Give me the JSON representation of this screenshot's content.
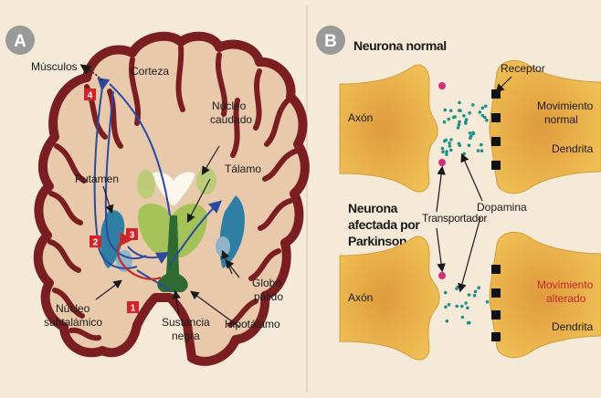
{
  "panel_a": {
    "badge": "A",
    "labels": {
      "musculos": "Músculos",
      "corteza": "Corteza",
      "nucleo_caudado_1": "Núcleo",
      "nucleo_caudado_2": "caudado",
      "talamo": "Tálamo",
      "putamen": "Putamen",
      "globo_palido_1": "Globo",
      "globo_palido_2": "pálido",
      "nucleo_subtalamico_1": "Núcleo",
      "nucleo_subtalamico_2": "subtalámico",
      "sustancia_negra_1": "Sustancia",
      "sustancia_negra_2": "negra",
      "hipotalamo": "Hipotálamo"
    },
    "pathway_numbers": [
      "1",
      "2",
      "3",
      "4"
    ],
    "colors": {
      "brain_border": "#7a1e22",
      "cortex_fill": "#e8c9ab",
      "basal_green": "#a5c258",
      "dark_green": "#2f6a34",
      "blue_structure": "#2f7fa5",
      "pathway_blue": "#2b4a9e",
      "pathway_red": "#c32a2a",
      "number_box": "#d2232a"
    }
  },
  "panel_b": {
    "badge": "B",
    "title_normal": "Neurona normal",
    "title_parkinson_1": "Neurona",
    "title_parkinson_2": "afectada por",
    "title_parkinson_3": "Parkinson",
    "labels": {
      "axon_top": "Axón",
      "axon_bottom": "Axón",
      "receptor": "Receptor",
      "movimiento_normal_1": "Movimiento",
      "movimiento_normal_2": "normal",
      "dendrita_top": "Dendrita",
      "transportador": "Transportador",
      "dopamina": "Dopamina",
      "movimiento_alterado_1": "Movimiento",
      "movimiento_alterado_2": "alterado",
      "dendrita_bottom": "Dendrita"
    },
    "colors": {
      "neuron_fill": "#ecb84a",
      "neuron_core": "#e4a040",
      "transporter": "#d0307a",
      "dopamine": "#1f8f8a",
      "receptor": "#111111",
      "altered_text": "#c0262b"
    }
  }
}
